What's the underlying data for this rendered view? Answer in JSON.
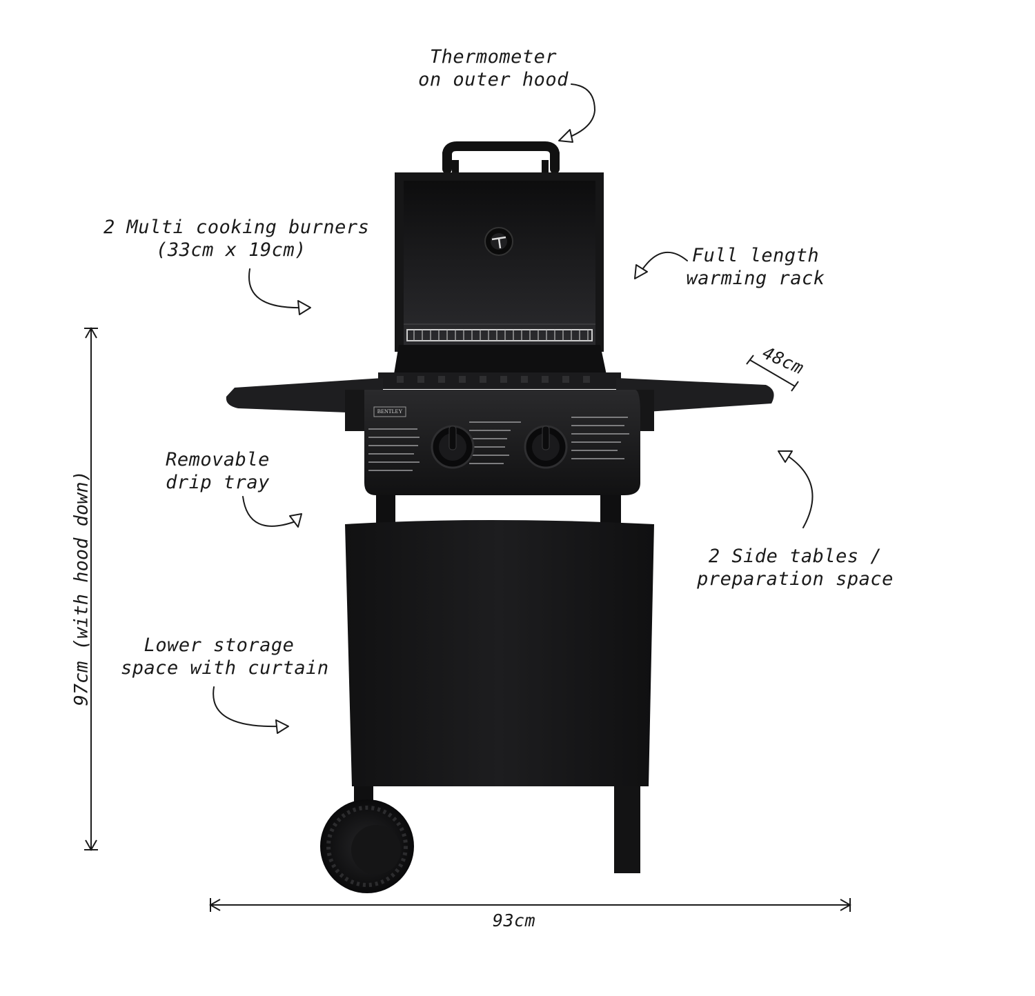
{
  "callouts": {
    "thermometer": [
      "Thermometer",
      "on outer hood"
    ],
    "burners": [
      "2 Multi cooking burners",
      "(33cm x 19cm)"
    ],
    "warming_rack": [
      "Full length",
      "warming rack"
    ],
    "drip_tray": [
      "Removable",
      "drip tray"
    ],
    "side_tables": [
      "2 Side tables /",
      "preparation space"
    ],
    "storage": [
      "Lower storage",
      "space with curtain"
    ]
  },
  "dimensions": {
    "height": "97cm (with hood down)",
    "width": "93cm",
    "depth": "48cm"
  },
  "brand_plate": "BENTLEY",
  "colors": {
    "grill_body": "#1c1c1e",
    "grill_dark": "#0e0e0f",
    "curtain": "#151516",
    "annotation": "#1a1a1a"
  }
}
